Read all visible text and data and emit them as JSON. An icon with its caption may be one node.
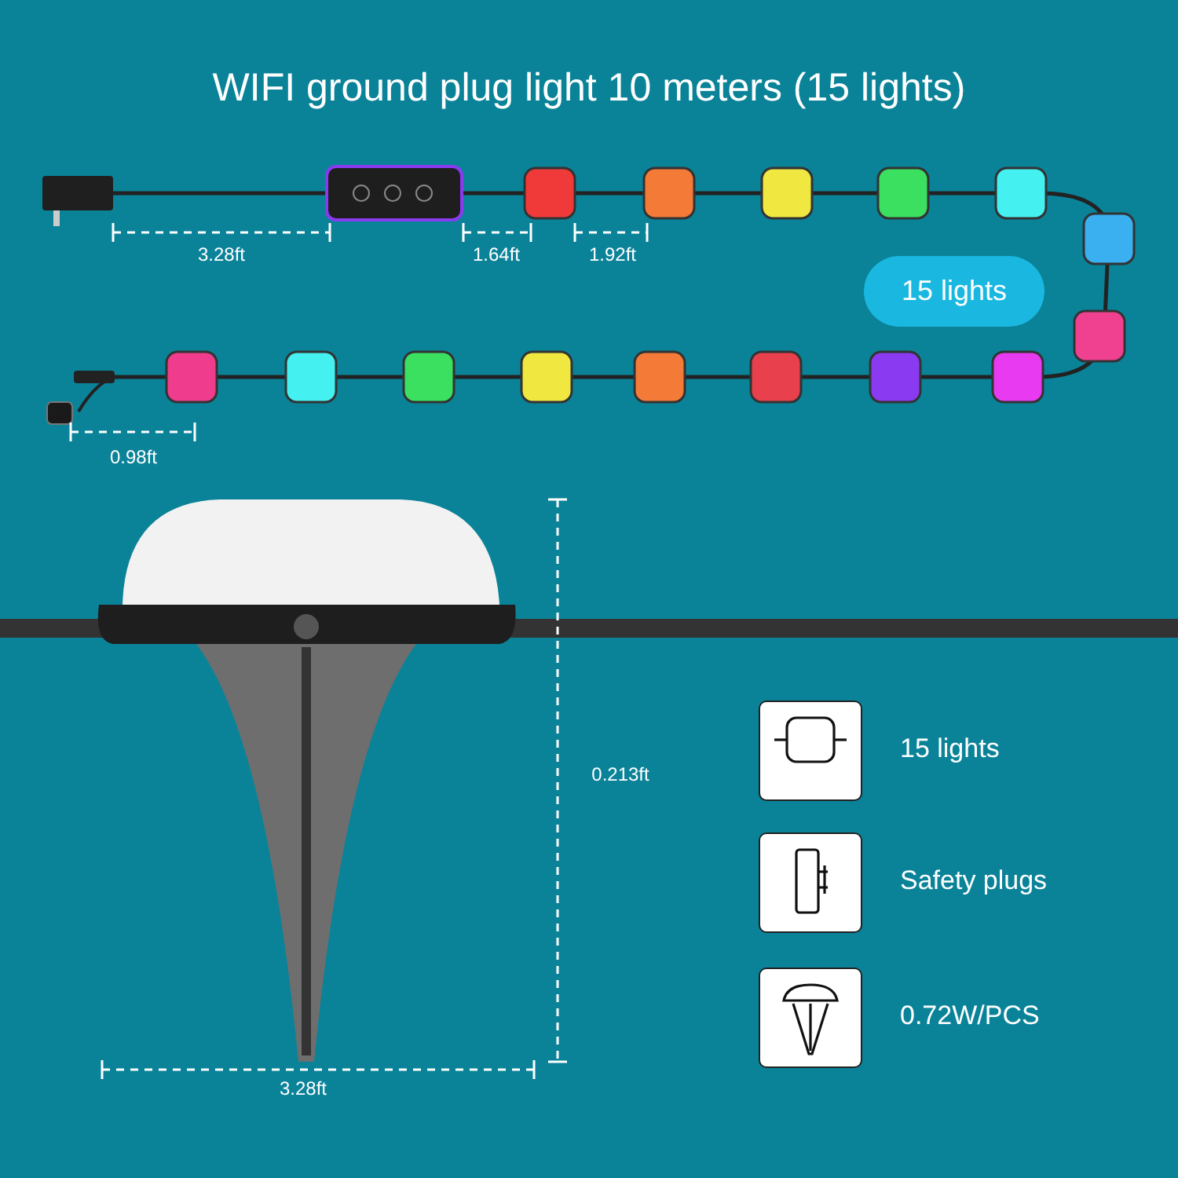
{
  "diagram": {
    "title": "WIFI ground plug light 10 meters (15 lights)",
    "nodes": [
      {
        "text": [
          "15 lights"
        ]
      },
      {
        "text": [],
        "shape": "picture",
        "beside": [
          "15 lights"
        ]
      },
      {
        "text": [],
        "shape": "picture",
        "beside": [
          "Safety plugs"
        ]
      },
      {
        "text": [],
        "shape": "picture",
        "beside": [
          "0.72W/PCS"
        ]
      }
    ],
    "edges": [],
    "labels": [
      "3.28ft",
      "1.64ft",
      "1.92ft",
      "0.98ft",
      "0.213ft",
      "3.28ft"
    ]
  }
}
